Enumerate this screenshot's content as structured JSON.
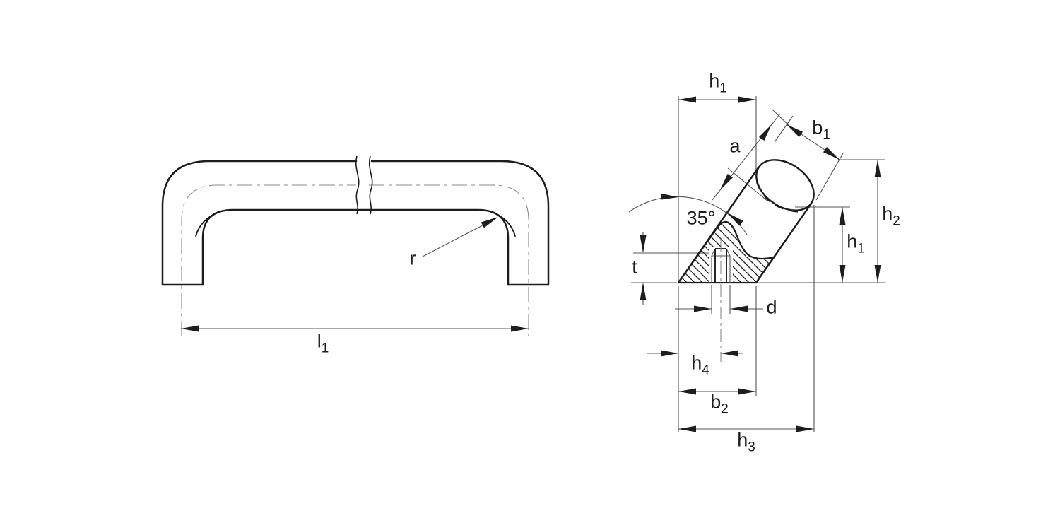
{
  "drawing": {
    "angle_value": "35°",
    "colors": {
      "background": "#ffffff",
      "outline": "#1d1d1f",
      "thin_line": "#555555",
      "hatch": "#2a2a2a"
    }
  },
  "labels": {
    "l1": {
      "main": "l",
      "sub": "1"
    },
    "r": {
      "main": "r",
      "sub": ""
    },
    "h1_top": {
      "main": "h",
      "sub": "1"
    },
    "a": {
      "main": "a",
      "sub": ""
    },
    "b1": {
      "main": "b",
      "sub": "1"
    },
    "angle35": {
      "main": "35°",
      "sub": ""
    },
    "h2": {
      "main": "h",
      "sub": "2"
    },
    "h1_right": {
      "main": "h",
      "sub": "1"
    },
    "t": {
      "main": "t",
      "sub": ""
    },
    "d": {
      "main": "d",
      "sub": ""
    },
    "h4": {
      "main": "h",
      "sub": "4"
    },
    "b2": {
      "main": "b",
      "sub": "2"
    },
    "h3": {
      "main": "h",
      "sub": "3"
    }
  }
}
